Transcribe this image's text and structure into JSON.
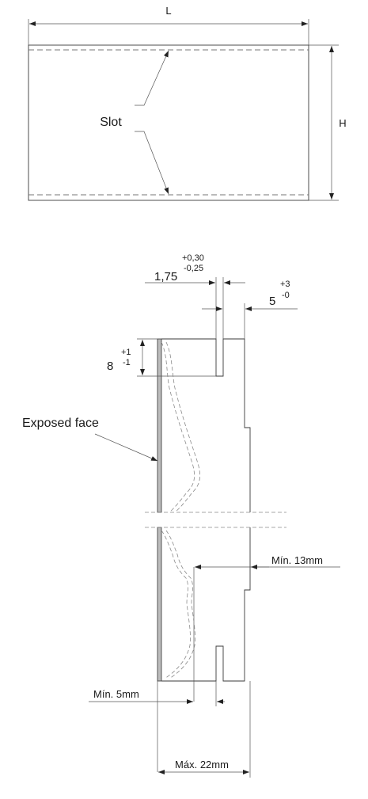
{
  "top_view": {
    "length_label": "L",
    "height_label": "H",
    "slot_label": "Slot"
  },
  "section_view": {
    "top_slot_width_label": "1,75",
    "top_slot_tol_plus": "+0,30",
    "top_slot_tol_minus": "-0,25",
    "top_gap_label": "5",
    "top_gap_tol_plus": "+3",
    "top_gap_tol_minus": "-0",
    "depth_label": "8",
    "depth_tol_plus": "+1",
    "depth_tol_minus": "-1",
    "exposed_face_label": "Exposed face",
    "min_right_label": "Mín. 13mm",
    "min_bottom_label": "Mín. 5mm",
    "max_total_label": "Máx. 22mm"
  }
}
